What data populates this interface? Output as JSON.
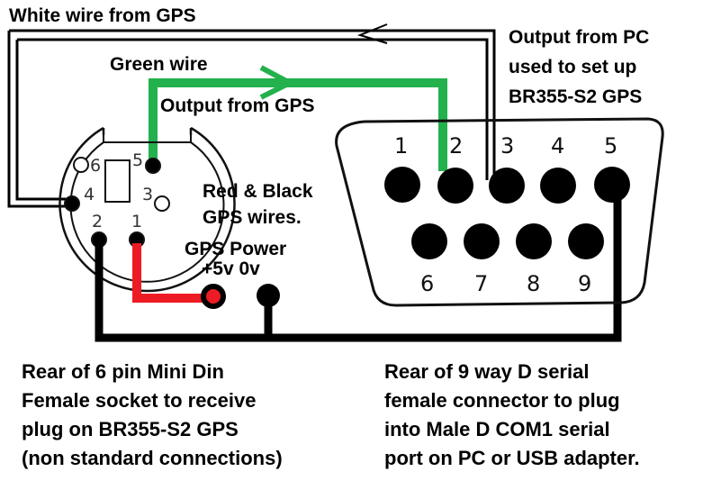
{
  "labels": {
    "white_wire": "White wire from GPS",
    "green_wire": "Green wire",
    "output_from_gps": "Output from GPS",
    "output_from_pc": [
      "Output from PC",
      "used to set up",
      "BR355-S2 GPS"
    ],
    "red_black": [
      "Red & Black",
      "GPS wires."
    ],
    "gps_power": "GPS Power",
    "power_terminals": "+5v 0v",
    "mini_din_caption": [
      "Rear of 6 pin Mini Din",
      "Female socket to receive",
      "plug on BR355-S2 GPS",
      "(non standard connections)"
    ],
    "dsub_caption": [
      "Rear of 9 way D serial",
      "female connector to plug",
      "into Male D COM1 serial",
      "port on PC or USB adapter."
    ]
  },
  "mini_din": {
    "name": "6 pin Mini Din female socket (rear)",
    "pins": [
      "1",
      "2",
      "3",
      "4",
      "5",
      "6"
    ]
  },
  "dsub": {
    "name": "9 way D serial female connector (rear)",
    "top_row": [
      "1",
      "2",
      "3",
      "4",
      "5"
    ],
    "bottom_row": [
      "6",
      "7",
      "8",
      "9"
    ]
  },
  "connections": [
    {
      "wire": "White",
      "from": "Mini Din pin 4",
      "to": "D pin 3",
      "direction": "PC to GPS",
      "color": "#ffffff"
    },
    {
      "wire": "Green",
      "from": "Mini Din pin 5",
      "to": "D pin 2",
      "direction": "GPS to PC",
      "color": "#22b14c"
    },
    {
      "wire": "Red",
      "from": "Mini Din pin 1",
      "to": "+5v",
      "color": "#ed1c24"
    },
    {
      "wire": "Black",
      "from": "Mini Din pin 2",
      "to": "0v and D pin 5",
      "color": "#000000"
    }
  ],
  "colors": {
    "green": "#22b14c",
    "red": "#ed1c24",
    "black": "#000000",
    "white": "#ffffff"
  }
}
